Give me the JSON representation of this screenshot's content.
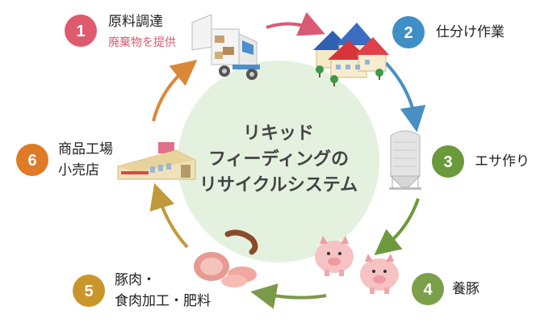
{
  "center": {
    "lines": [
      "リキッド",
      "フィーディングの",
      "リサイクルシステム"
    ]
  },
  "steps": [
    {
      "number": "1",
      "label": "原料調達",
      "sub": "廃棄物を提供",
      "color": "#de5b6e"
    },
    {
      "number": "2",
      "label": "仕分け作業",
      "color": "#3f8fc6"
    },
    {
      "number": "3",
      "label": "エサ作り",
      "color": "#6b9a3a"
    },
    {
      "number": "4",
      "label": "養豚",
      "color": "#7aa04a"
    },
    {
      "number": "5",
      "label_lines": [
        "豚肉・",
        "食肉加工・肥料"
      ],
      "color": "#c9962b"
    },
    {
      "number": "6",
      "label_lines": [
        "商品工場",
        "小売店"
      ],
      "color": "#e07a26"
    }
  ],
  "colors": {
    "center_circle": "#e5f1df",
    "arrow_red": "#d95a74",
    "arrow_blue": "#4a8fc4",
    "arrow_green": "#6e9a3e",
    "arrow_olive": "#7a9a4a",
    "arrow_gold": "#c09a3a",
    "arrow_orange": "#d9883a"
  }
}
